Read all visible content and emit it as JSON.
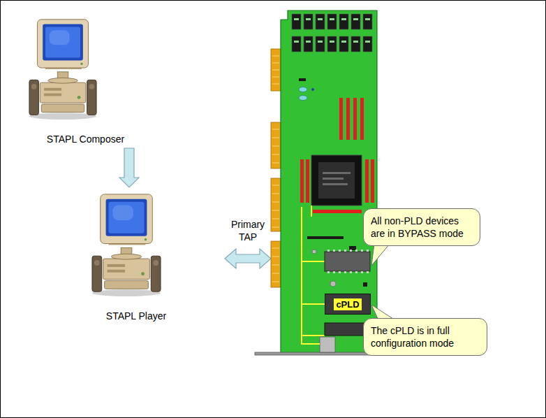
{
  "diagram": {
    "nodes": [
      {
        "text": [
          "STAPL Composer"
        ]
      },
      {
        "text": [
          "STAPL Player"
        ]
      },
      {
        "text": [
          "All non-PLD devices are in BYPASS mode"
        ]
      },
      {
        "text": [
          "cPLD"
        ]
      },
      {
        "text": [
          "The cPLD is in full configuration mode"
        ]
      }
    ],
    "edges": [
      {
        "from": 0,
        "to": 1,
        "arrow": "to"
      }
    ],
    "labels": [
      "Primary TAP"
    ]
  }
}
